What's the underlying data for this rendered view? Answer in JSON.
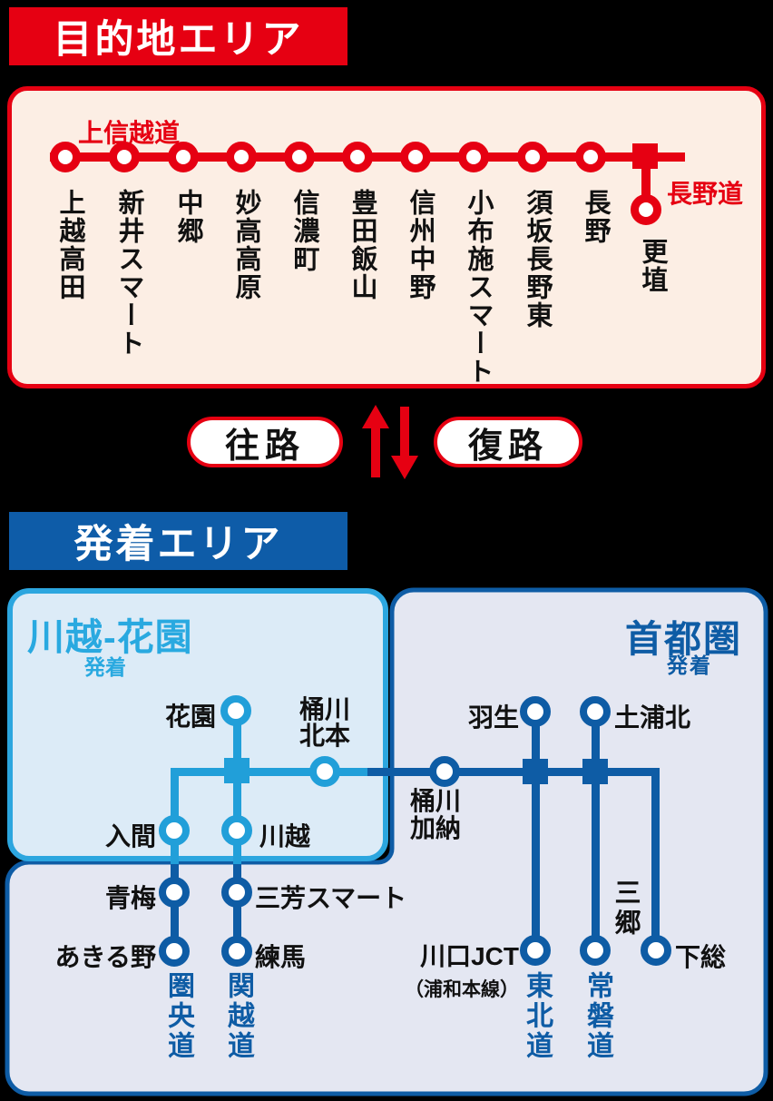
{
  "colors": {
    "red": "#E60012",
    "dark_blue": "#0E5CA5",
    "cyan": "#219FD9",
    "pink_bg": "#FCEEE4",
    "light_blue_bg": "#DCEBF7",
    "lavender_bg": "#E4E7F2"
  },
  "destination": {
    "header": "目的地エリア",
    "road": "上信越道",
    "branch_road": "長野道",
    "branch_station": "更埴",
    "stations": [
      "上越高田",
      "新井スマート",
      "中郷",
      "妙高高原",
      "信濃町",
      "豊田飯山",
      "信州中野",
      "小布施スマート",
      "須坂長野東",
      "長野"
    ]
  },
  "direction": {
    "outbound": "往路",
    "inbound": "復路"
  },
  "departure": {
    "header": "発着エリア",
    "kawagoe_area": {
      "title": "川越-花園",
      "subtitle": "発着",
      "hanazono": "花園",
      "okegawa_kitamoto_line1": "桶川",
      "okegawa_kitamoto_line2": "北本",
      "iruma": "入間",
      "kawagoe": "川越"
    },
    "shutoken_area": {
      "title": "首都圏",
      "subtitle": "発着",
      "hanyu": "羽生",
      "tsuchiura_kita": "土浦北",
      "okegawa_kano_line1": "桶川",
      "okegawa_kano_line2": "加納",
      "misato": "三郷",
      "shimofusa": "下総",
      "kawaguchi_jct": "川口JCT",
      "kawaguchi_jct_note": "（浦和本線）",
      "ome": "青梅",
      "miyoshi_smart": "三芳スマート",
      "akiruno": "あきる野",
      "nerima": "練馬"
    },
    "roads": {
      "kenodo": "圏央道",
      "kanetsudo": "関越道",
      "tohokudo": "東北道",
      "jobando": "常磐道"
    }
  }
}
